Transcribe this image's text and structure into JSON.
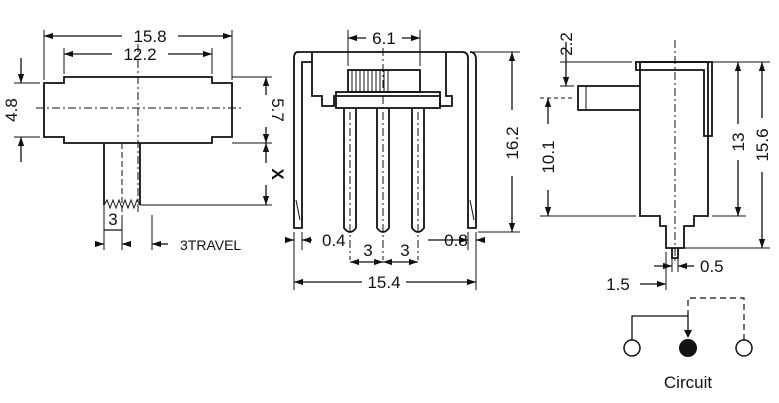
{
  "front_view": {
    "width_overall": "15.8",
    "width_body": "12.2",
    "height_body": "4.8",
    "height_upper": "5.7",
    "actuator_x": "X",
    "actuator_width": "3",
    "travel": "3TRAVEL"
  },
  "side_view": {
    "actuator_width": "6.1",
    "height_total": "16.2",
    "terminal_width": "0.4",
    "pitch_left": "3",
    "pitch_right": "3",
    "bracket_width": "0.8",
    "overall_width": "15.4"
  },
  "end_view": {
    "offset_top": "2.2",
    "height_a": "10.1",
    "height_b": "13",
    "height_c": "15.6",
    "pin_offset": "1.5",
    "pin_width": "0.5"
  },
  "circuit": {
    "label": "Circuit"
  }
}
